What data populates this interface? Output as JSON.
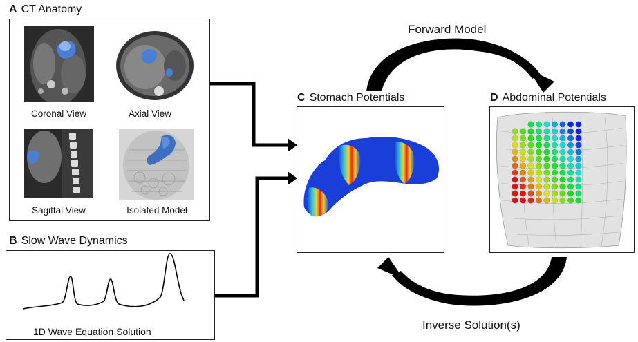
{
  "panel_a": {
    "letter": "A",
    "title": "CT Anatomy",
    "views": [
      {
        "label": "Coronal View"
      },
      {
        "label": "Axial View"
      },
      {
        "label": "Sagittal View"
      },
      {
        "label": "Isolated Model"
      }
    ]
  },
  "panel_b": {
    "letter": "B",
    "title": "Slow Wave Dynamics",
    "caption": "1D Wave Equation Solution"
  },
  "panel_c": {
    "letter": "C",
    "title": "Stomach Potentials"
  },
  "panel_d": {
    "letter": "D",
    "title": "Abdominal Potentials",
    "grid_rows": 12,
    "grid_cols": 9
  },
  "cycle": {
    "forward_label": "Forward Model",
    "inverse_label": "Inverse Solution(s)"
  },
  "colors": {
    "stomach_blue": "#1a3fd8",
    "band_red": "#e22a18",
    "band_yellow": "#f2d12a",
    "ct_organ": "#4a7fd4",
    "arrow": "#000000"
  }
}
